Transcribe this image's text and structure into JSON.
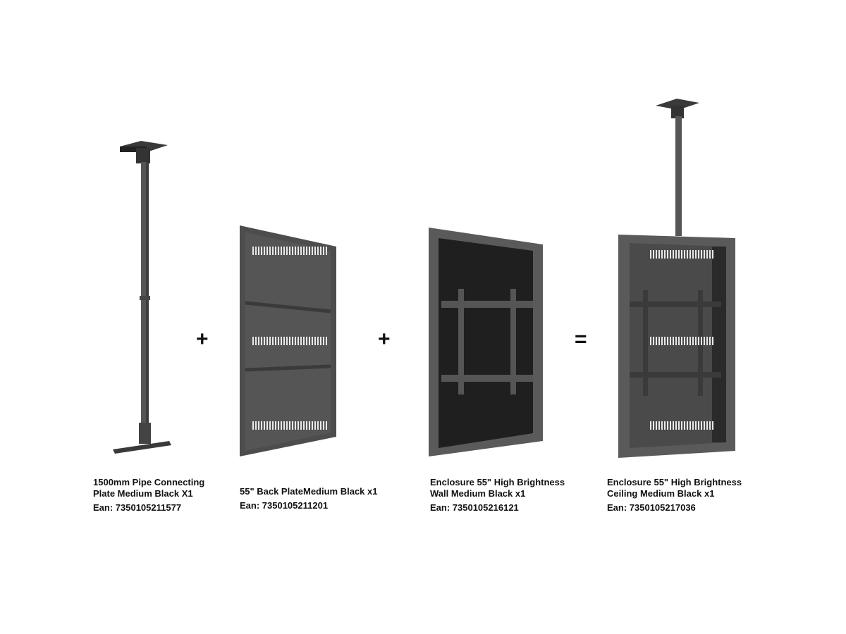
{
  "products": [
    {
      "name_line1": "1500mm Pipe Connecting",
      "name_line2": "Plate Medium Black X1",
      "ean": "Ean: 7350105211577"
    },
    {
      "name_line1": "55\" Back PlateMedium Black x1",
      "name_line2": "",
      "ean": "Ean: 7350105211201"
    },
    {
      "name_line1": "Enclosure 55\" High Brightness",
      "name_line2": "Wall Medium Black x1",
      "ean": "Ean: 7350105216121"
    },
    {
      "name_line1": "Enclosure 55\" High Brightness",
      "name_line2": "Ceiling Medium Black x1",
      "ean": "Ean: 7350105217036"
    }
  ],
  "operators": [
    "+",
    "+",
    "="
  ],
  "colors": {
    "metal": "#4a4a4a",
    "metal_dark": "#2a2a2a",
    "metal_light": "#6a6a6a"
  }
}
